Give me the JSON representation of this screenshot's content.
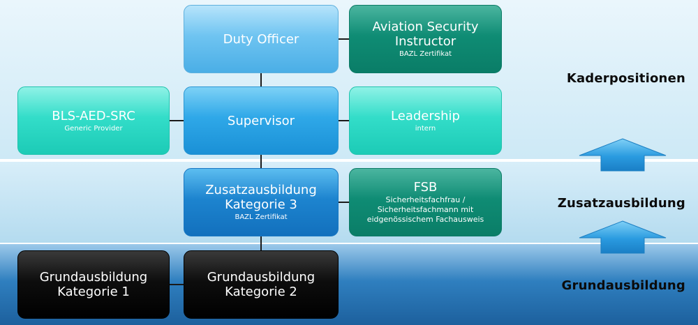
{
  "bands": {
    "kader": {
      "label": "Kaderpositionen"
    },
    "zusatz": {
      "label": "Zusatzausbildung"
    },
    "grund": {
      "label": "Grundausbildung"
    }
  },
  "boxes": {
    "duty_officer": {
      "title": "Duty Officer"
    },
    "avsec": {
      "title": "Aviation Security\nInstructor",
      "sub": "BAZL Zertifikat"
    },
    "bls": {
      "title": "BLS-AED-SRC",
      "sub": "Generic Provider"
    },
    "supervisor": {
      "title": "Supervisor"
    },
    "leadership": {
      "title": "Leadership",
      "sub": "intern"
    },
    "zusatz_k3": {
      "title": "Zusatzausbildung\nKategorie 3",
      "sub": "BAZL Zertifikat"
    },
    "fsb": {
      "title": "FSB",
      "sub": "Sicherheitsfachfrau /\nSicherheitsfachmann mit\neidgenössischem Fachausweis"
    },
    "grund_k1": {
      "title": "Grundausbildung\nKategorie 1"
    },
    "grund_k2": {
      "title": "Grundausbildung\nKategorie 2"
    }
  },
  "icons": {
    "up_arrow": "up-arrow-icon"
  },
  "colors": {
    "dark_teal": "#0f8c74",
    "light_teal": "#33ddc9",
    "blue": "#2fa8e8",
    "dark_blue": "#1d84cf",
    "light_blue": "#6fc4f1",
    "black": "#000000"
  }
}
